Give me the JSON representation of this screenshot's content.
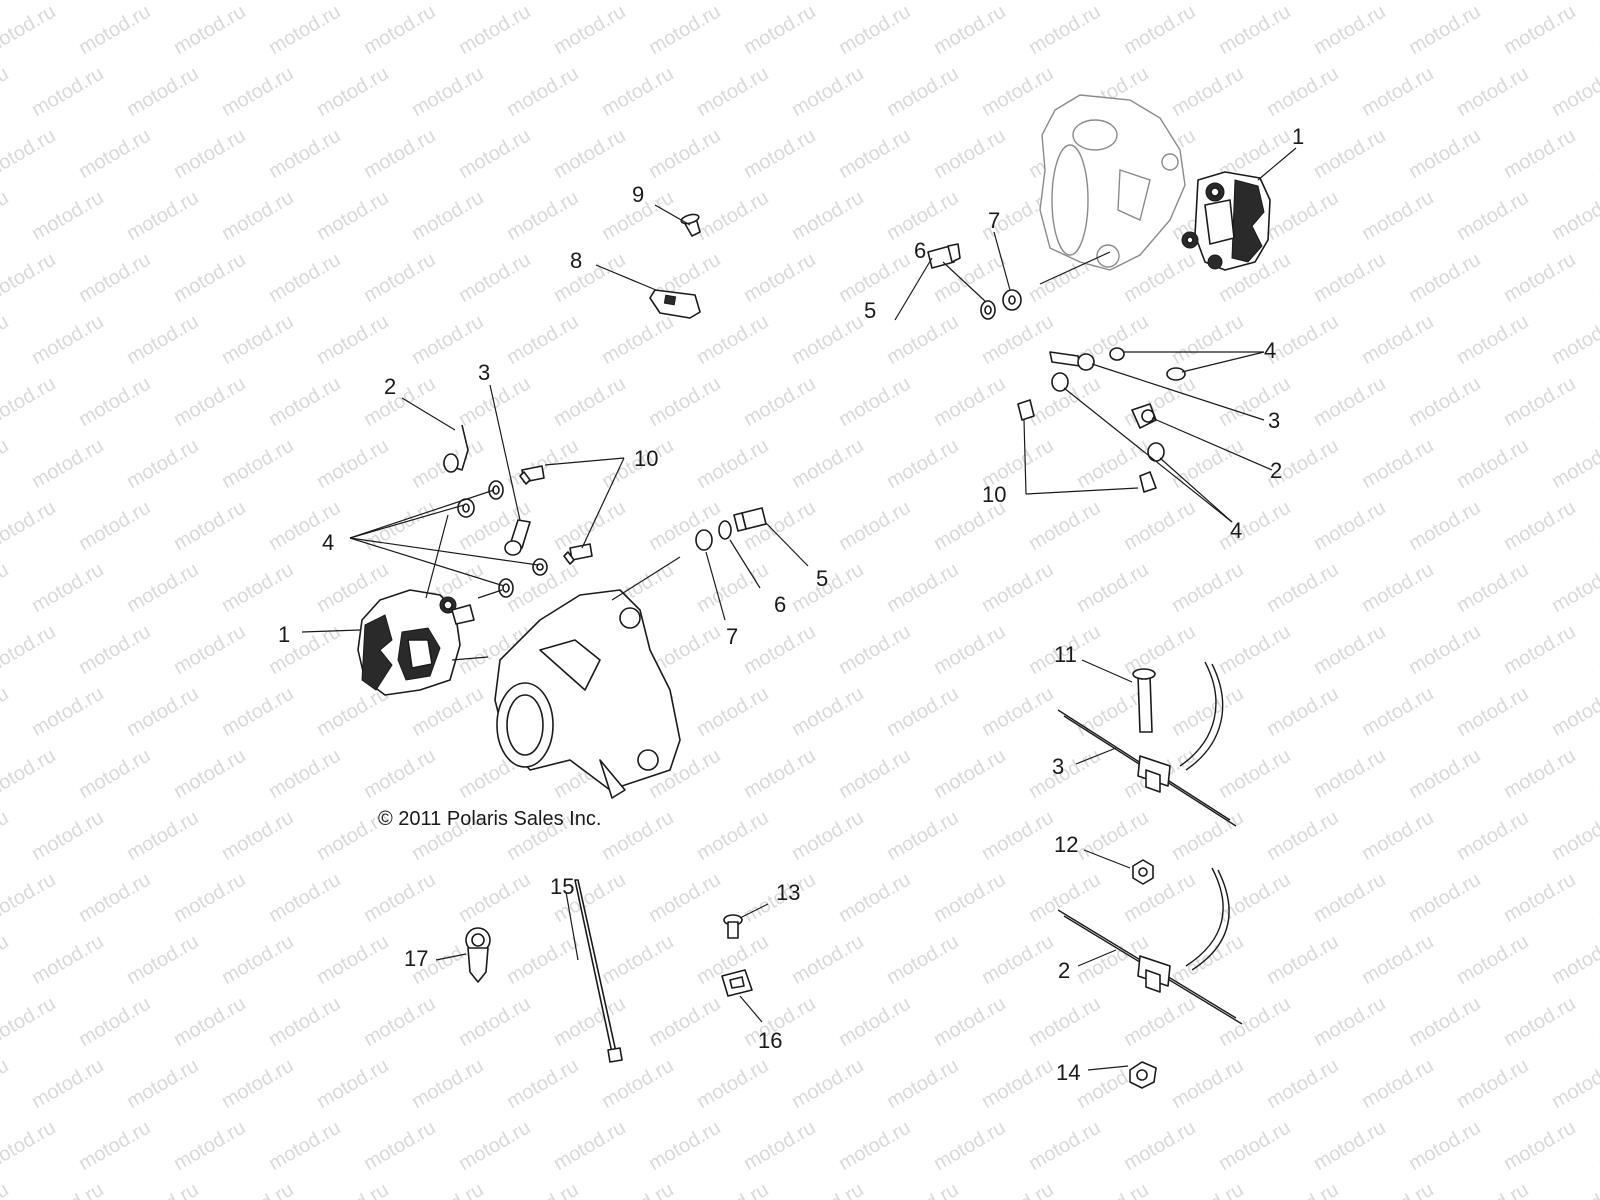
{
  "watermark": "motod.ru",
  "copyright": "© 2011 Polaris Sales Inc.",
  "colors": {
    "line": "#1a1a1a",
    "watermark": "#d9d9d9",
    "background": "#ffffff"
  },
  "callouts": {
    "left": [
      "9",
      "8",
      "2",
      "3",
      "10",
      "4",
      "1",
      "5",
      "6",
      "7"
    ],
    "right": [
      "1",
      "7",
      "6",
      "5",
      "4",
      "3",
      "2",
      "10",
      "4"
    ],
    "lines": [
      "11",
      "3",
      "12",
      "2",
      "14"
    ],
    "small": [
      "15",
      "13",
      "17",
      "16"
    ]
  }
}
